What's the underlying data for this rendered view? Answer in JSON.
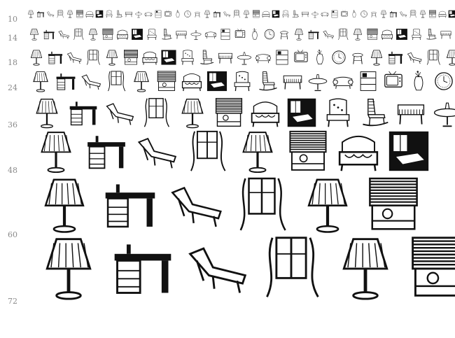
{
  "preview": {
    "size_labels": [
      "10",
      "14",
      "18",
      "24",
      "36",
      "48",
      "60",
      "72"
    ],
    "glyph_sequence": [
      "lamp-icon",
      "desk-icon",
      "lounge-chair-icon",
      "window-curtain-icon",
      "lamp-icon",
      "blind-window-icon",
      "armchair-icon",
      "room-icon",
      "chair-icon",
      "rocking-chair-icon",
      "piano-icon",
      "table-icon",
      "sofa-icon",
      "cabinet-icon",
      "tv-icon",
      "vase-icon",
      "clock-icon",
      "stool-icon"
    ],
    "ink_color": "#111111"
  }
}
